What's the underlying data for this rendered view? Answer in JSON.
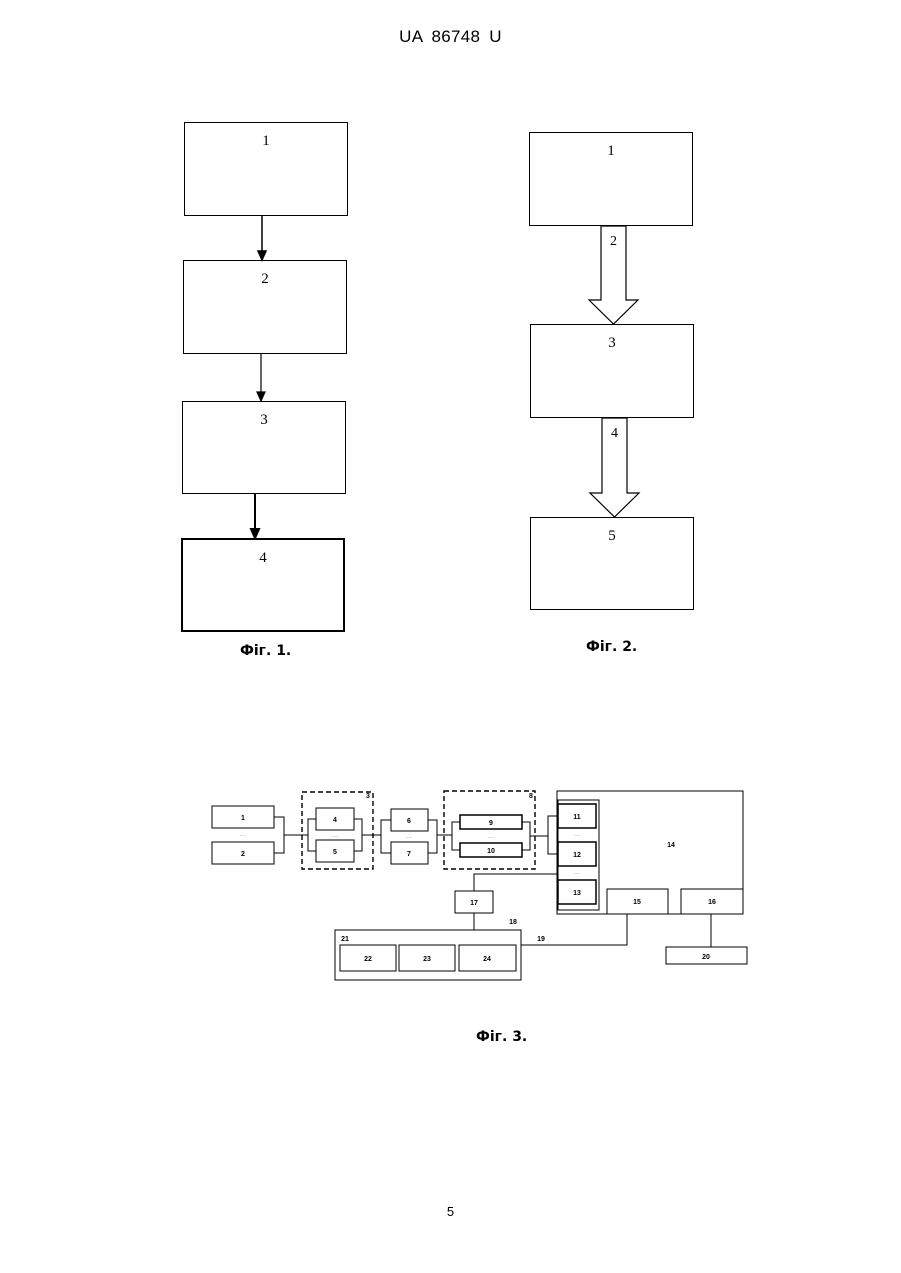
{
  "header": {
    "text": "UA   86748   U"
  },
  "page_number": "5",
  "fig1": {
    "caption": "Фіг. 1.",
    "boxes": [
      "1",
      "2",
      "3",
      "4"
    ]
  },
  "fig2": {
    "caption": "Фіг. 2.",
    "boxes": [
      "1",
      "3",
      "5"
    ],
    "arrows": [
      "2",
      "4"
    ]
  },
  "fig3": {
    "caption": "Фіг. 3.",
    "boxes": [
      "1",
      "2",
      "3",
      "4",
      "5",
      "6",
      "7",
      "8",
      "9",
      "10",
      "11",
      "12",
      "13",
      "14",
      "15",
      "16",
      "17",
      "18",
      "19",
      "20",
      "21",
      "22",
      "23",
      "24"
    ],
    "ellipsis": "....."
  }
}
